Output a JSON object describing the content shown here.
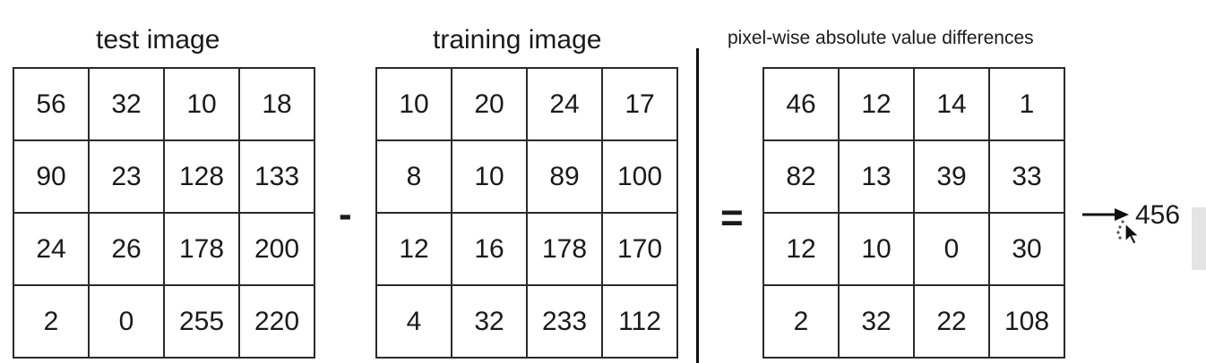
{
  "test": {
    "title": "test image",
    "cells": [
      [
        "56",
        "32",
        "10",
        "18"
      ],
      [
        "90",
        "23",
        "128",
        "133"
      ],
      [
        "24",
        "26",
        "178",
        "200"
      ],
      [
        "2",
        "0",
        "255",
        "220"
      ]
    ]
  },
  "training": {
    "title": "training image",
    "cells": [
      [
        "10",
        "20",
        "24",
        "17"
      ],
      [
        "8",
        "10",
        "89",
        "100"
      ],
      [
        "12",
        "16",
        "178",
        "170"
      ],
      [
        "4",
        "32",
        "233",
        "112"
      ]
    ]
  },
  "difference": {
    "title": "pixel-wise absolute value differences",
    "cells": [
      [
        "46",
        "12",
        "14",
        "1"
      ],
      [
        "82",
        "13",
        "39",
        "33"
      ],
      [
        "12",
        "10",
        "0",
        "30"
      ],
      [
        "2",
        "32",
        "22",
        "108"
      ]
    ]
  },
  "operators": {
    "minus": "-",
    "equals": "="
  },
  "result": {
    "value": "456"
  },
  "icons": {
    "arrow": "arrow-right-icon",
    "cursor": "move-cursor-icon"
  }
}
